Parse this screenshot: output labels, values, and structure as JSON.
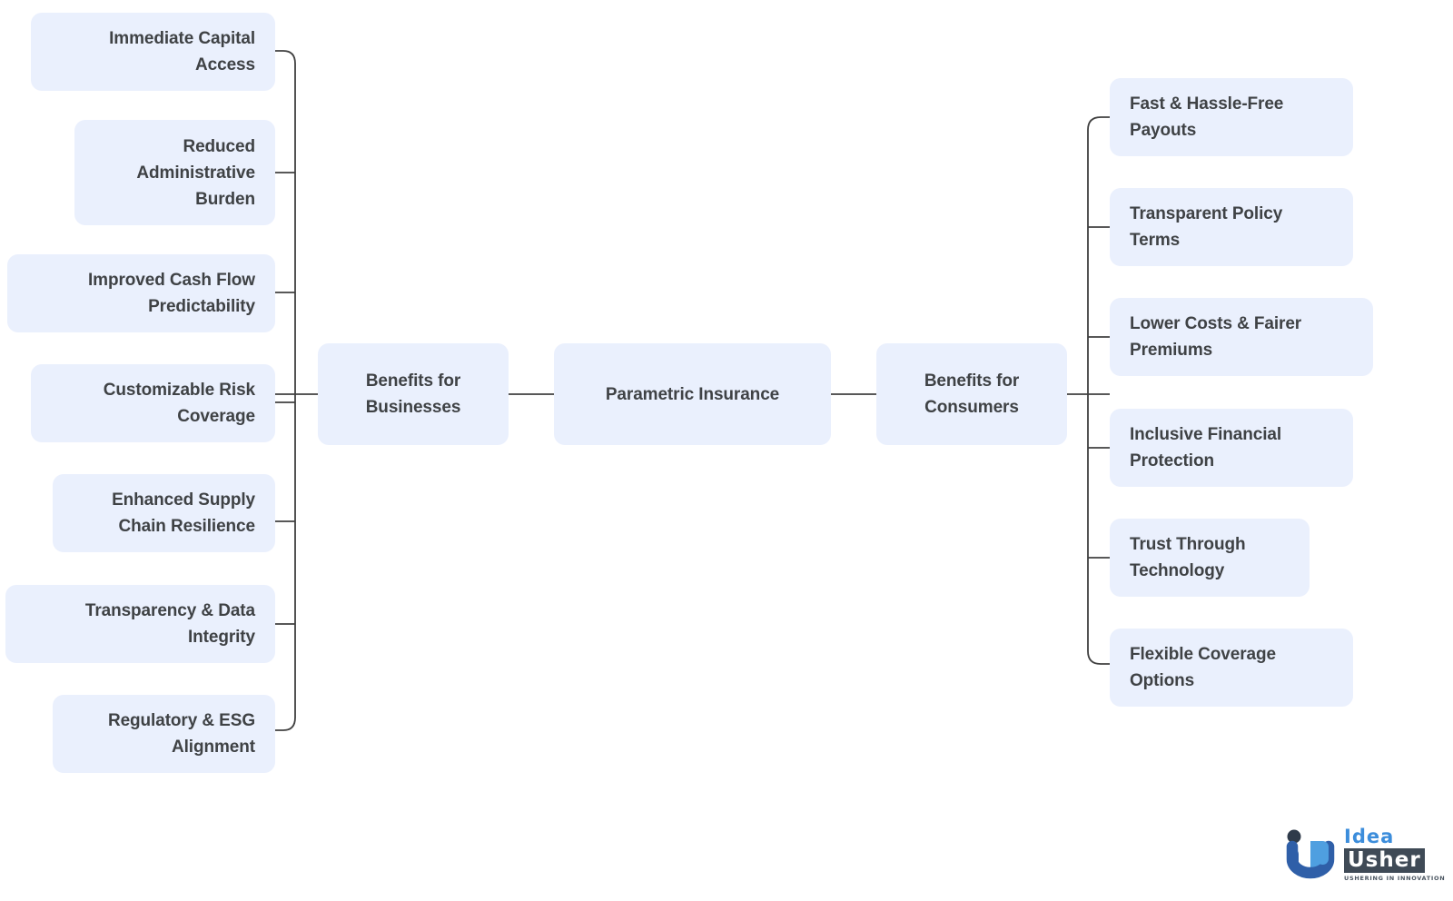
{
  "diagram": {
    "type": "mind-map",
    "title": "Parametric Insurance Benefits Mind Map",
    "root": "Parametric Insurance",
    "node_fill": "#eaf0fd",
    "text_color": "#3f4245",
    "connector_color": "#404040",
    "background": "#ffffff",
    "center": {
      "root_label": "Parametric Insurance",
      "left_branch_label": "Benefits for\nBusinesses",
      "right_branch_label": "Benefits for\nConsumers"
    },
    "left_branch": {
      "label": "Benefits for Businesses",
      "children": [
        {
          "label": "Immediate Capital\nAccess"
        },
        {
          "label": "Reduced\nAdministrative\nBurden"
        },
        {
          "label": "Improved Cash Flow\nPredictability"
        },
        {
          "label": "Customizable Risk\nCoverage"
        },
        {
          "label": "Enhanced Supply\nChain Resilience"
        },
        {
          "label": "Transparency & Data\nIntegrity"
        },
        {
          "label": "Regulatory & ESG\nAlignment"
        }
      ]
    },
    "right_branch": {
      "label": "Benefits for Consumers",
      "children": [
        {
          "label": "Fast & Hassle-Free\nPayouts"
        },
        {
          "label": "Transparent Policy\nTerms"
        },
        {
          "label": "Lower Costs & Fairer\nPremiums"
        },
        {
          "label": "Inclusive Financial\nProtection"
        },
        {
          "label": "Trust Through\nTechnology"
        },
        {
          "label": "Flexible Coverage\nOptions"
        }
      ]
    }
  },
  "logo": {
    "name": "idea-usher-logo",
    "word_one": "Idea",
    "word_two": "Usher",
    "tagline": "USHERING IN INNOVATION",
    "brand_blue": "#3c8ddb",
    "brand_dark": "#2f5fa8",
    "box_dark": "#3f4a56"
  }
}
